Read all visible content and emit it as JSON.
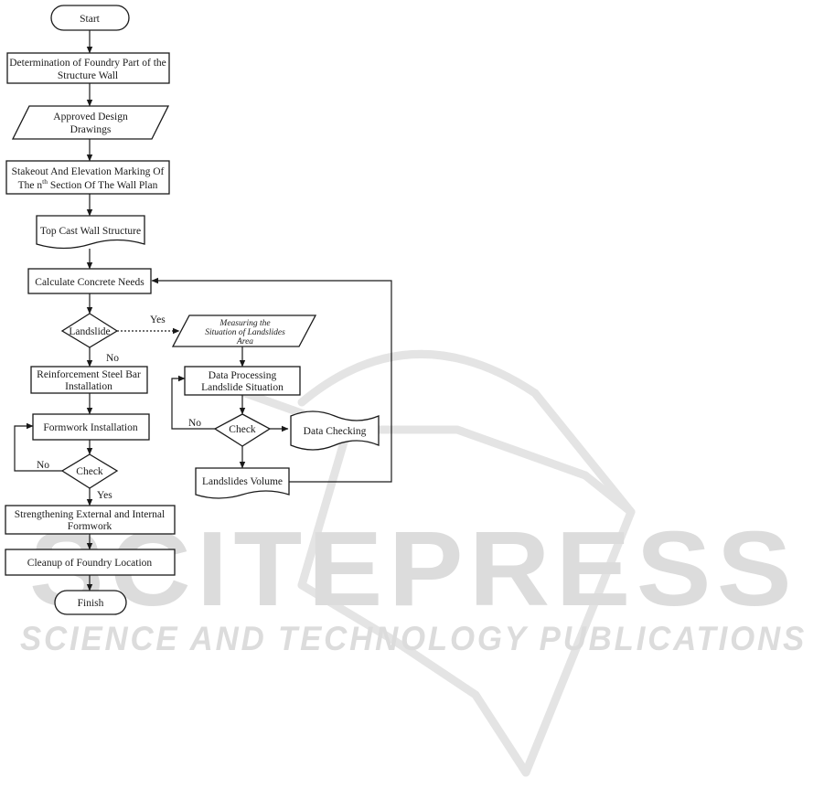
{
  "watermark": {
    "main": "SCITEPRESS",
    "sub": "SCIENCE AND TECHNOLOGY PUBLICATIONS"
  },
  "nodes": {
    "start": "Start",
    "determination_l1": "Determination of Foundry Part of the",
    "determination_l2": "Structure Wall",
    "approved_l1": "Approved Design",
    "approved_l2": "Drawings",
    "stakeout_l1": "Stakeout And Elevation Marking Of",
    "stakeout_l2a": "The n",
    "stakeout_sup": "th",
    "stakeout_l2b": " Section Of The Wall Plan",
    "topcast": "Top Cast Wall Structure",
    "calculate": "Calculate Concrete Needs",
    "landslide": "Landslide",
    "measuring_l1": "Measuring the",
    "measuring_l2": "Situation of Landslides",
    "measuring_l3": "Area",
    "reinforcement_l1": "Reinforcement Steel Bar",
    "reinforcement_l2": "Installation",
    "dataproc_l1": "Data Processing",
    "dataproc_l2": "Landslide Situation",
    "formwork": "Formwork Installation",
    "check_right": "Check",
    "data_checking": "Data Checking",
    "check_left": "Check",
    "landslides_volume": "Landslides Volume",
    "strengthening_l1": "Strengthening External and Internal",
    "strengthening_l2": "Formwork",
    "cleanup": "Cleanup of Foundry Location",
    "finish": "Finish"
  },
  "edge_labels": {
    "landslide_yes": "Yes",
    "landslide_no": "No",
    "check_right_no": "No",
    "check_left_no": "No",
    "check_left_yes": "Yes"
  }
}
